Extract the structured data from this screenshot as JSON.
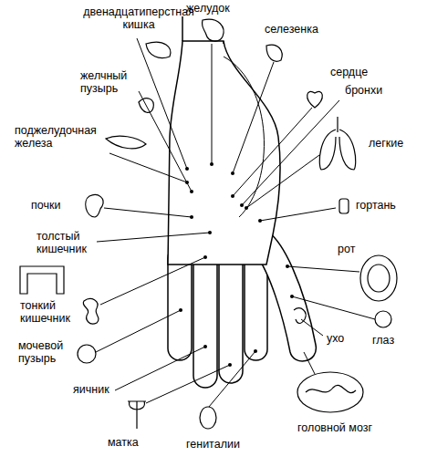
{
  "diagram": {
    "labels": [
      "двенадцатиперстная кишка",
      "желудок",
      "селезенка",
      "желчный пузырь",
      "сердце",
      "бронхи",
      "поджелудочная железа",
      "легкие",
      "почки",
      "гортань",
      "толстый кишечник",
      "рот",
      "тонкий кишечник",
      "ухо",
      "мочевой пузырь",
      "глаз",
      "яичник",
      "головной мозг",
      "матка",
      "гениталии"
    ]
  }
}
